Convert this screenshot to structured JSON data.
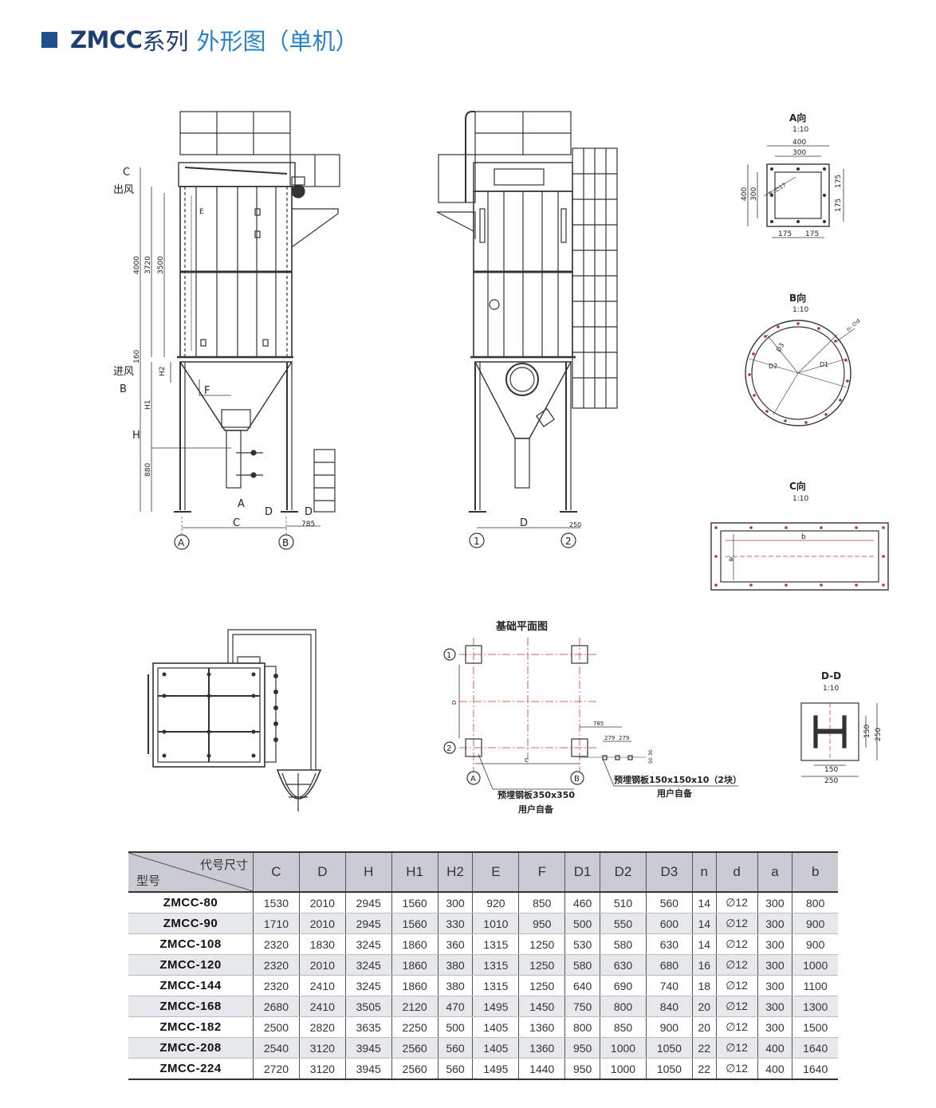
{
  "header": {
    "title_bold": "ZMCC",
    "title_series": "系列",
    "title_sub": "外形图（单机）"
  },
  "views": {
    "A": {
      "title": "A向",
      "scale": "1:10",
      "dim_400": "400",
      "dim_300": "300",
      "dim_175": "175",
      "hole": "8- ∅17"
    },
    "B": {
      "title": "B向",
      "scale": "1:10",
      "D1": "D1",
      "D2": "D2",
      "D3": "D3",
      "hole": "n- ∅d"
    },
    "C": {
      "title": "C向",
      "scale": "1:10",
      "a": "a",
      "b": "b"
    },
    "DD": {
      "title": "D-D",
      "scale": "1:10",
      "dim_150": "150",
      "dim_250": "250"
    }
  },
  "front_view": {
    "outlet_letter": "C",
    "outlet_label": "出风",
    "inlet_label": "进风",
    "inlet_letter": "B",
    "dims": [
      "4000",
      "3720",
      "3500",
      "160",
      "H2",
      "H1",
      "H",
      "880",
      "E",
      "F"
    ],
    "bottom": {
      "C": "C",
      "D": "D",
      "dim_785": "785",
      "A": "A",
      "axisA": "A",
      "axisB": "B"
    }
  },
  "side_view": {
    "D": "D",
    "dim_250": "250",
    "axis1": "1",
    "axis2": "2"
  },
  "foundation": {
    "title": "基础平面图",
    "axis1": "1",
    "axis2": "2",
    "axisA": "A",
    "axisB": "B",
    "D": "D",
    "C": "C",
    "dim_785": "785",
    "dim_279a": "279",
    "dim_279b": "279",
    "dim_30": "30",
    "dim_50": "50",
    "note1a": "预埋钢板350x350",
    "note1b": "用户自备",
    "note2a": "预埋钢板150x150x10（2块）",
    "note2b": "用户自备"
  },
  "table": {
    "corner_top": "代号尺寸",
    "corner_bottom": "型号",
    "columns": [
      "C",
      "D",
      "H",
      "H1",
      "H2",
      "E",
      "F",
      "D1",
      "D2",
      "D3",
      "n",
      "d",
      "a",
      "b"
    ],
    "rows": [
      [
        "ZMCC-80",
        "1530",
        "2010",
        "2945",
        "1560",
        "300",
        "920",
        "850",
        "460",
        "510",
        "560",
        "14",
        "∅12",
        "300",
        "800"
      ],
      [
        "ZMCC-90",
        "1710",
        "2010",
        "2945",
        "1560",
        "330",
        "1010",
        "950",
        "500",
        "550",
        "600",
        "14",
        "∅12",
        "300",
        "900"
      ],
      [
        "ZMCC-108",
        "2320",
        "1830",
        "3245",
        "1860",
        "360",
        "1315",
        "1250",
        "530",
        "580",
        "630",
        "14",
        "∅12",
        "300",
        "900"
      ],
      [
        "ZMCC-120",
        "2320",
        "2010",
        "3245",
        "1860",
        "380",
        "1315",
        "1250",
        "580",
        "630",
        "680",
        "16",
        "∅12",
        "300",
        "1000"
      ],
      [
        "ZMCC-144",
        "2320",
        "2410",
        "3245",
        "1860",
        "380",
        "1315",
        "1250",
        "640",
        "690",
        "740",
        "18",
        "∅12",
        "300",
        "1100"
      ],
      [
        "ZMCC-168",
        "2680",
        "2410",
        "3505",
        "2120",
        "470",
        "1495",
        "1450",
        "750",
        "800",
        "840",
        "20",
        "∅12",
        "300",
        "1300"
      ],
      [
        "ZMCC-182",
        "2500",
        "2820",
        "3635",
        "2250",
        "500",
        "1405",
        "1360",
        "800",
        "850",
        "900",
        "20",
        "∅12",
        "300",
        "1500"
      ],
      [
        "ZMCC-208",
        "2540",
        "3120",
        "3945",
        "2560",
        "560",
        "1405",
        "1360",
        "950",
        "1000",
        "1050",
        "22",
        "∅12",
        "400",
        "1640"
      ],
      [
        "ZMCC-224",
        "2720",
        "3120",
        "3945",
        "2560",
        "560",
        "1495",
        "1440",
        "950",
        "1000",
        "1050",
        "22",
        "∅12",
        "400",
        "1640"
      ]
    ]
  }
}
